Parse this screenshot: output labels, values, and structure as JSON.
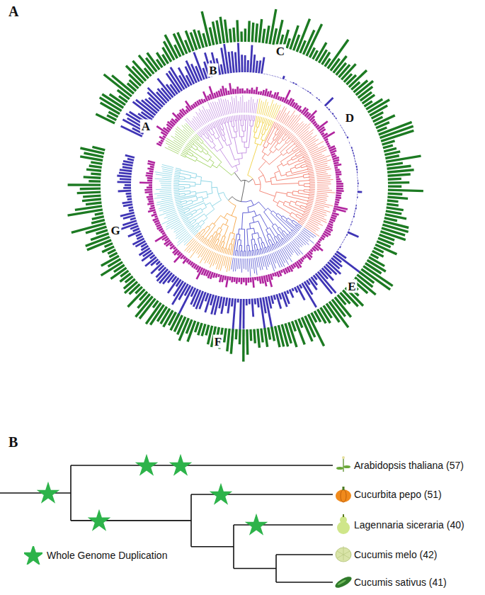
{
  "diagram": {
    "labels": [
      "A",
      "A",
      "B",
      "C",
      "D",
      "E",
      "F",
      "G",
      "B",
      "Arabidopsis thaliana (57)",
      "Cucurbita pepo (51)",
      "Lagennaria siceraria (40)",
      "Cucumis melo (42)",
      "Cucumis sativus (41)"
    ],
    "legend": [
      {
        "text": "Whole Genome Duplication"
      }
    ]
  }
}
